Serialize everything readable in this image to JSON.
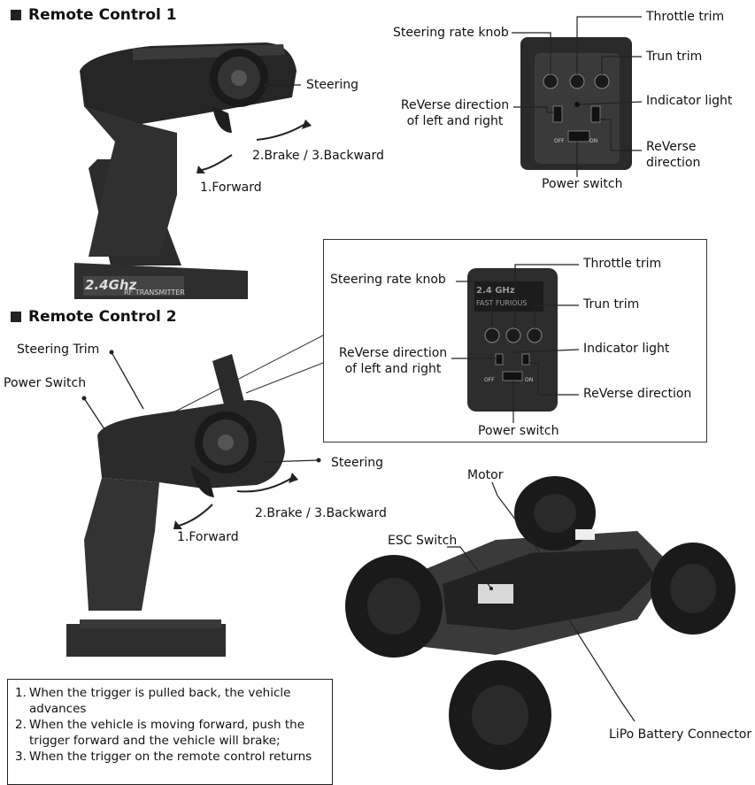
{
  "rc1": {
    "title": "Remote Control 1",
    "brand_text": "2.4Ghz",
    "sub_text": "RF TRANSMITTER",
    "steering": "Steering",
    "brake_backward": "2.Brake / 3.Backward",
    "forward": "1.Forward"
  },
  "panel1": {
    "steering_rate_knob": "Steering rate knob",
    "throttle_trim": "Throttle trim",
    "trun_trim": "Trun trim",
    "reverse_lr_line1": "ReVerse direction",
    "reverse_lr_line2": "of left and right",
    "indicator_light": "Indicator light",
    "reverse_direction_line1": "ReVerse",
    "reverse_direction_line2": "direction",
    "power_switch": "Power switch",
    "off_label": "OFF",
    "on_label": "ON"
  },
  "rc2": {
    "title": "Remote Control 2",
    "steering_trim": "Steering Trim",
    "power_switch": "Power Switch",
    "steering": "Steering",
    "brake_backward": "2.Brake / 3.Backward",
    "forward": "1.Forward"
  },
  "panel2": {
    "steering_rate_knob": "Steering rate knob",
    "throttle_trim": "Throttle trim",
    "trun_trim": "Trun trim",
    "reverse_lr_line1": "ReVerse direction",
    "reverse_lr_line2": "of left and right",
    "indicator_light": "Indicator light",
    "reverse_direction": "ReVerse direction",
    "power_switch": "Power switch",
    "display_line1": "2.4 GHz",
    "display_line2": "FAST FURIOUS",
    "off_label": "OFF",
    "on_label": "ON"
  },
  "truck": {
    "motor": "Motor",
    "esc_switch": "ESC Switch",
    "lipo": "LiPo Battery Connector"
  },
  "notes": [
    {
      "num": "1.",
      "text": "When the trigger is pulled back, the vehicle advances"
    },
    {
      "num": "2.",
      "text": "When the vehicle is moving forward, push the trigger forward and the vehicle will brake;"
    },
    {
      "num": "3.",
      "text": "When the trigger on the remote control returns"
    }
  ]
}
